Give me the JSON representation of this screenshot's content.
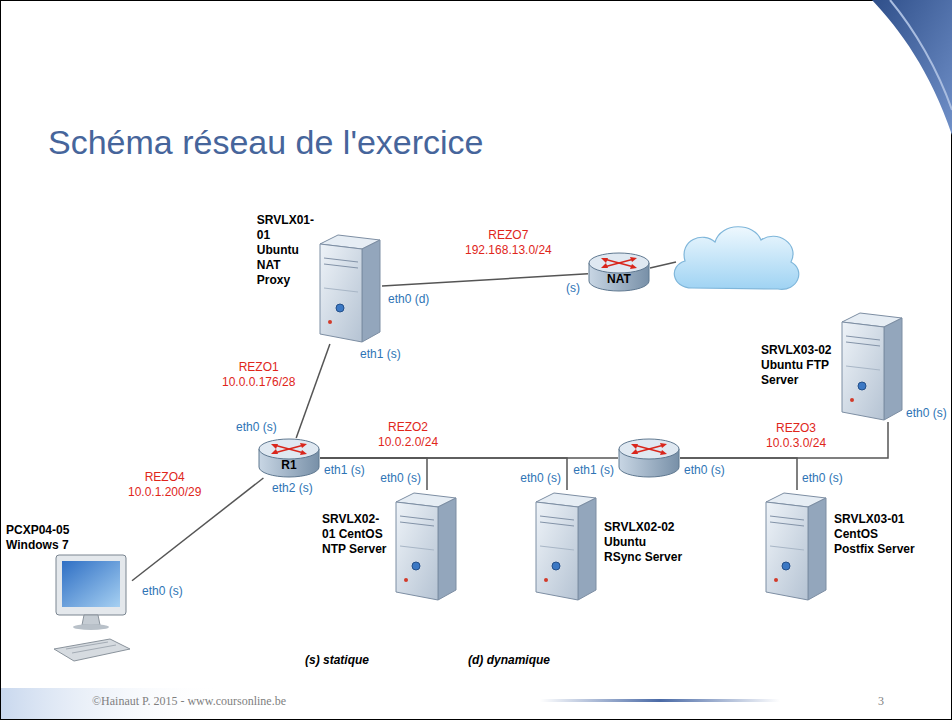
{
  "diagram": {
    "title": "Schéma réseau de l'exercice",
    "nodes": [
      {
        "text": [
          "SRVLX01-01 Ubuntu NAT Proxy",
          "eth0 (d)",
          "eth1 (s)"
        ]
      },
      {
        "text": [
          "NAT",
          "(s)"
        ]
      },
      {
        "text": [
          "SRVLX03-02 Ubuntu FTP Server",
          "eth0 (s)"
        ]
      },
      {
        "text": [
          "R1",
          "eth0 (s)",
          "eth1 (s)",
          "eth2 (s)"
        ]
      },
      {
        "text": [
          "eth1 (s)",
          "eth0 (s)"
        ]
      },
      {
        "text": [
          "PCXP04-05 Windows 7",
          "eth0 (s)"
        ]
      },
      {
        "text": [
          "SRVLX02-01 CentOS NTP Server",
          "eth0 (s)"
        ]
      },
      {
        "text": [
          "SRVLX02-02 Ubuntu RSync Server",
          "eth0 (s)"
        ]
      },
      {
        "text": [
          "SRVLX03-01 CentOS Postfix Server",
          "eth0 (s)"
        ]
      }
    ],
    "edges": [
      {
        "from": 0,
        "to": 1,
        "label": "REZO7 192.168.13.0/24",
        "arrow": "none"
      },
      {
        "from": 3,
        "to": 0,
        "label": "REZO1 10.0.0.176/28",
        "arrow": "none"
      },
      {
        "from": 5,
        "to": 3,
        "label": "REZO4 10.0.1.200/29",
        "arrow": "none"
      },
      {
        "from": 3,
        "to": 4,
        "label": "REZO2 10.0.2.0/24",
        "arrow": "none"
      },
      {
        "from": 3,
        "to": 6,
        "arrow": "none"
      },
      {
        "from": 3,
        "to": 7,
        "arrow": "none"
      },
      {
        "from": 4,
        "to": 2,
        "label": "REZO3 10.0.3.0/24",
        "arrow": "none"
      },
      {
        "from": 4,
        "to": 8,
        "arrow": "none"
      }
    ],
    "labels": [
      "(s) statique",
      "(d) dynamique",
      "©Hainaut P. 2015 - www.coursonline.be",
      "3"
    ]
  }
}
